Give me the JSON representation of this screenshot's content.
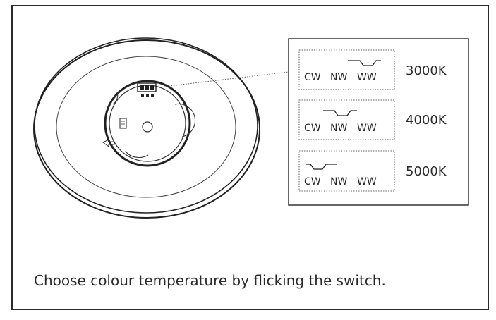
{
  "switch_settings": [
    {
      "labels": [
        "CW",
        "NW",
        "WW"
      ],
      "selected": "WW",
      "temperature": "3000K"
    },
    {
      "labels": [
        "CW",
        "NW",
        "WW"
      ],
      "selected": "NW",
      "temperature": "4000K"
    },
    {
      "labels": [
        "CW",
        "NW",
        "WW"
      ],
      "selected": "CW",
      "temperature": "5000K"
    }
  ],
  "caption": "Choose colour temperature by flicking the switch."
}
